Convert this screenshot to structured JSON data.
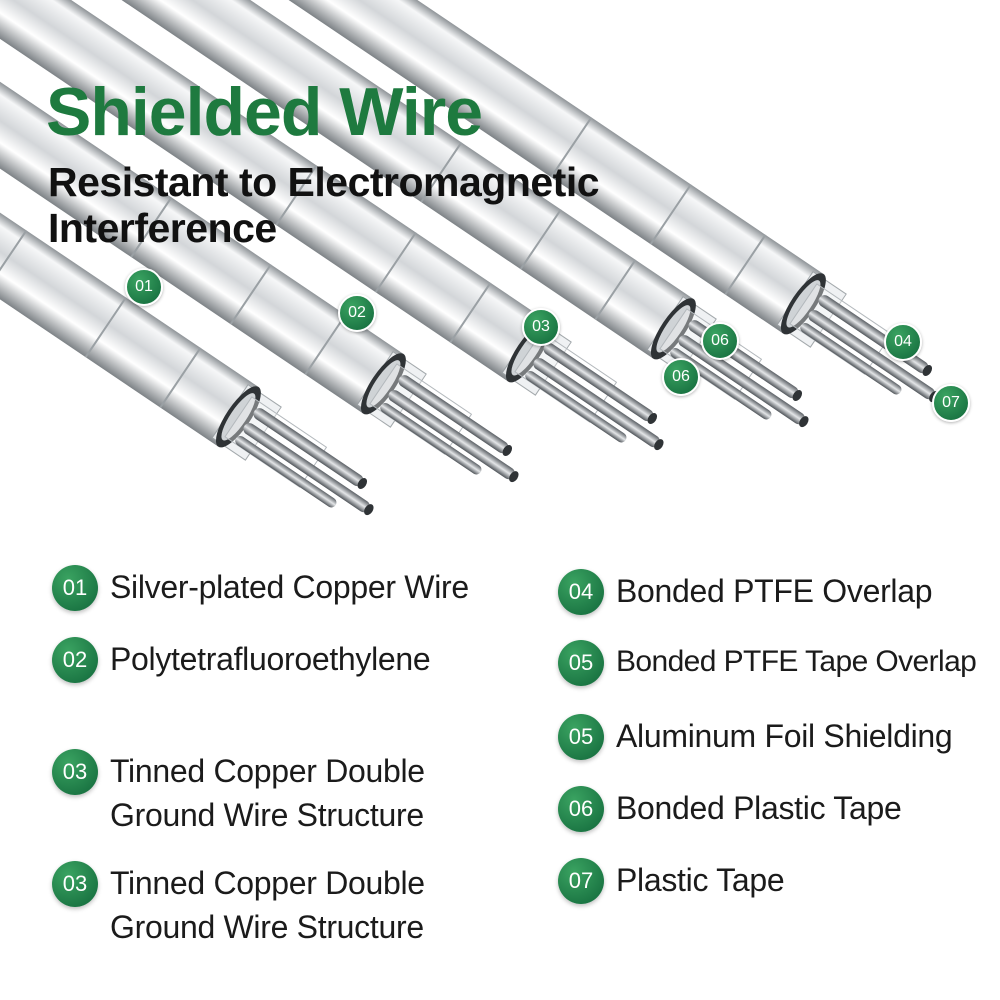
{
  "header": {
    "title": "Shielded Wire",
    "subtitle": "Resistant to Electromagnetic Interference"
  },
  "colors": {
    "accent": "#1e7a3f",
    "badge_light": "#3aa361",
    "badge_dark": "#11673a"
  },
  "illustration": {
    "tags": [
      "01",
      "02",
      "03",
      "06",
      "06",
      "04",
      "07"
    ]
  },
  "legend": {
    "left": [
      {
        "num": "01",
        "label": "Silver-plated Copper Wire"
      },
      {
        "num": "02",
        "label": "Polytetrafluoroethylene"
      },
      {
        "num": "03",
        "label": "Tinned Copper Double\nGround Wire Structure"
      },
      {
        "num": "03",
        "label": "Tinned Copper Double\nGround Wire Structure"
      }
    ],
    "right": [
      {
        "num": "04",
        "label": "Bonded PTFE Overlap"
      },
      {
        "num": "05",
        "label": "Bonded PTFE Tape Overlap"
      },
      {
        "num": "05",
        "label": "Aluminum Foil Shielding"
      },
      {
        "num": "06",
        "label": "Bonded Plastic Tape"
      },
      {
        "num": "07",
        "label": "Plastic Tape"
      }
    ]
  }
}
